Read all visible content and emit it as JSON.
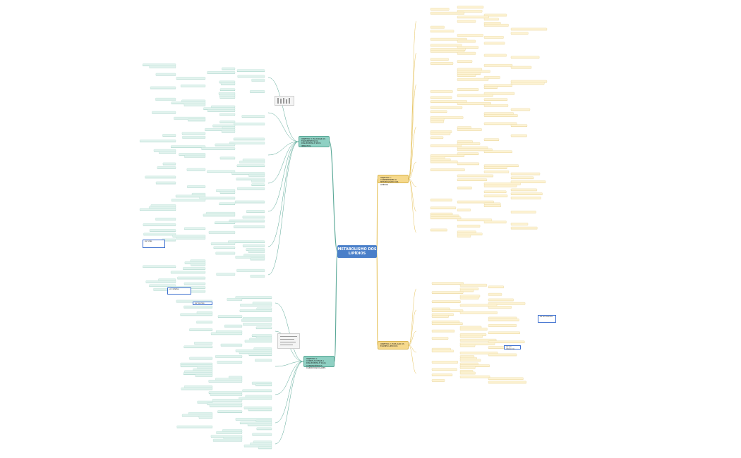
{
  "central": {
    "label": "METABOLISMO DOS LIPÍDIOS"
  },
  "branches": [
    {
      "id": "obj1",
      "label": "OBJETIVO 1: COMPREENDER O METABOLISMO DOS LIPÍDIOS"
    },
    {
      "id": "obj2",
      "label": "OBJETIVO 2: EXPLICAR OS EXAMES LIPÍDICOS"
    },
    {
      "id": "obj3",
      "label": "OBJETIVO 3: ELUCIDAR OS TRATAMENTOS DA DISLIPIDEMIA E SEUS IMPACTOS"
    },
    {
      "id": "obj4",
      "label": "OBJETIVO 4: CORRELACIONAR A DISLIPIDEMIA E SUAS CONSEQUÊNCIAS CARDIOVASCULARES"
    }
  ],
  "notes": [
    {
      "id": "n1",
      "label": "ver em recursos"
    },
    {
      "id": "n2",
      "label": "ver em referências"
    },
    {
      "id": "n3",
      "label": "ver detalhes"
    },
    {
      "id": "n4",
      "label": "ver recursos"
    },
    {
      "id": "n5",
      "label": "ver notas"
    }
  ],
  "colors": {
    "central": "#4a7fc9",
    "right_line": "#e6c25a",
    "left_line": "#5aa897",
    "right_leaf": "#fdf3d4",
    "left_leaf": "#e2f3ee"
  }
}
